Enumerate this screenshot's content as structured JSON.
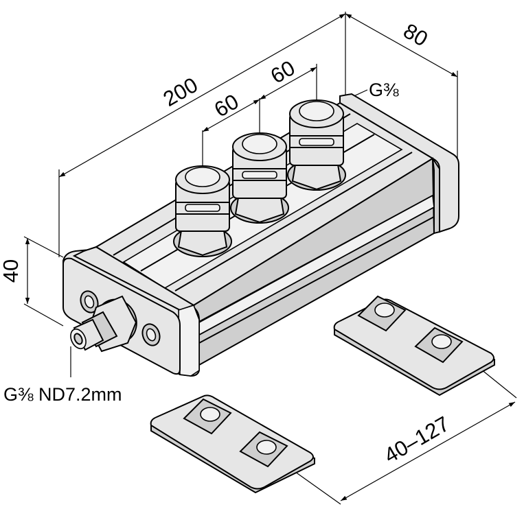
{
  "dimensions": {
    "length": "200",
    "width": "80",
    "height": "40",
    "pitch_1": "60",
    "pitch_2": "60",
    "foot_spacing": "40–127"
  },
  "labels": {
    "port_thread": "G⅜",
    "inlet": "G⅜ ND7.2mm"
  }
}
